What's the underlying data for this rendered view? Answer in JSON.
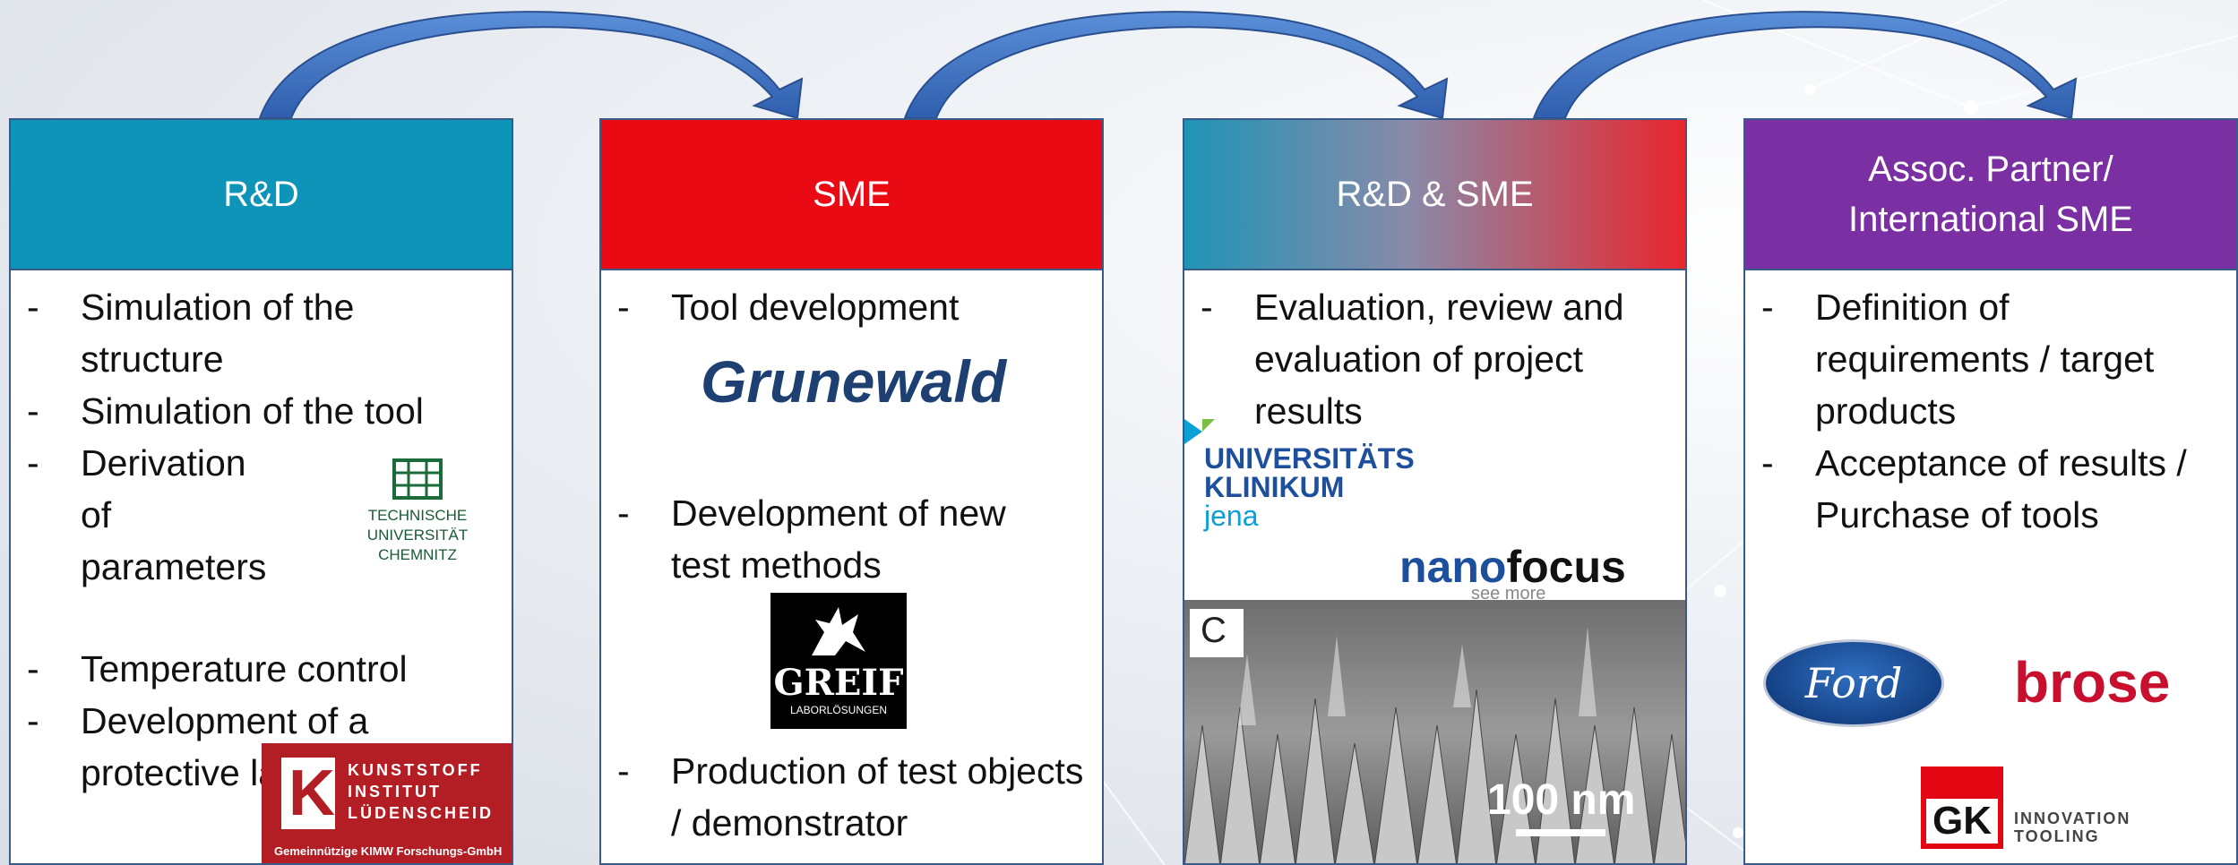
{
  "columns": [
    {
      "header": "R&D",
      "color": "#0e94b8",
      "items": [
        "Simulation of the structure",
        "Simulation of the tool",
        "Derivation of parameters",
        "Temperature control",
        "Development of a protective layer"
      ]
    },
    {
      "header": "SME",
      "color": "#ea0a14",
      "items": [
        "Tool development",
        "Development of new test methods",
        "Production of test objects / demonstrator"
      ]
    },
    {
      "header": "R&D & SME",
      "color_from": "#1f94b6",
      "color_to": "#e8262e",
      "items": [
        "Evaluation, review and evaluation of project results"
      ]
    },
    {
      "header_line1": "Assoc. Partner/",
      "header_line2": "International SME",
      "color": "#7a2fa2",
      "items": [
        "Definition of requirements / target products",
        "Acceptance of results / Purchase of tools"
      ]
    }
  ],
  "logos": {
    "tu_line1": "TECHNISCHE UNIVERSITÄT",
    "tu_line2": "CHEMNITZ",
    "kunststoff_line1": "KUNSTSTOFF",
    "kunststoff_line2": "INSTITUT",
    "kunststoff_line3": "LÜDENSCHEID",
    "kunststoff_sub": "Gemeinnützige KIMW Forschungs-GmbH",
    "grunewald": "Grunewald",
    "greif": "GREIF",
    "greif_sub": "LABORLÖSUNGEN",
    "uni_line1": "UNIVERSITÄTS",
    "uni_line2": "KLINIKUM",
    "uni_line3": "jena",
    "nano_a": "nano",
    "nano_b": "focus",
    "nano_sub": "see more",
    "sem_label": "C",
    "sem_scale": "100 nm",
    "ford": "Ford",
    "brose": "brose",
    "gk": "GK",
    "gk_line1": "INNOVATION",
    "gk_line2": "TOOLING"
  },
  "colors": {
    "arrow": "#3b6fbf",
    "border": "#3a5a8a"
  }
}
